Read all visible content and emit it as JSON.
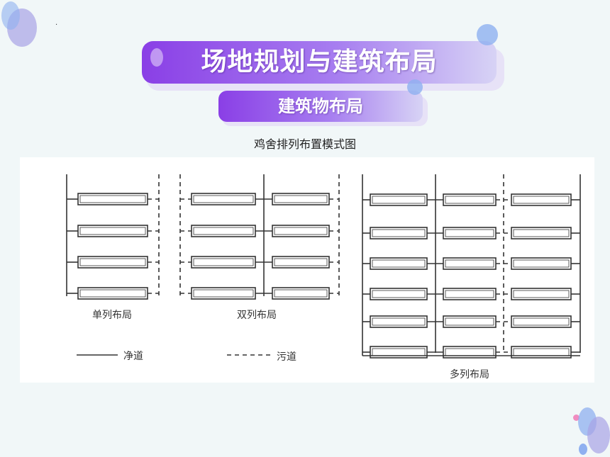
{
  "title": "场地规划与建筑布局",
  "subtitle": "建筑物布局",
  "caption": "鸡舍排列布置模式图",
  "figure": {
    "labels": {
      "single": "单列布局",
      "double": "双列布局",
      "multi": "多列布局"
    },
    "legend": {
      "clean": "净道",
      "dirty": "污道"
    }
  },
  "colors": {
    "accent_purple": "#8a3fe6",
    "accent_light": "#d7d3f5",
    "background": "#f1f7f8",
    "bubble_blue": "#8fb0f0",
    "bubble_pink": "#f08cc0"
  }
}
